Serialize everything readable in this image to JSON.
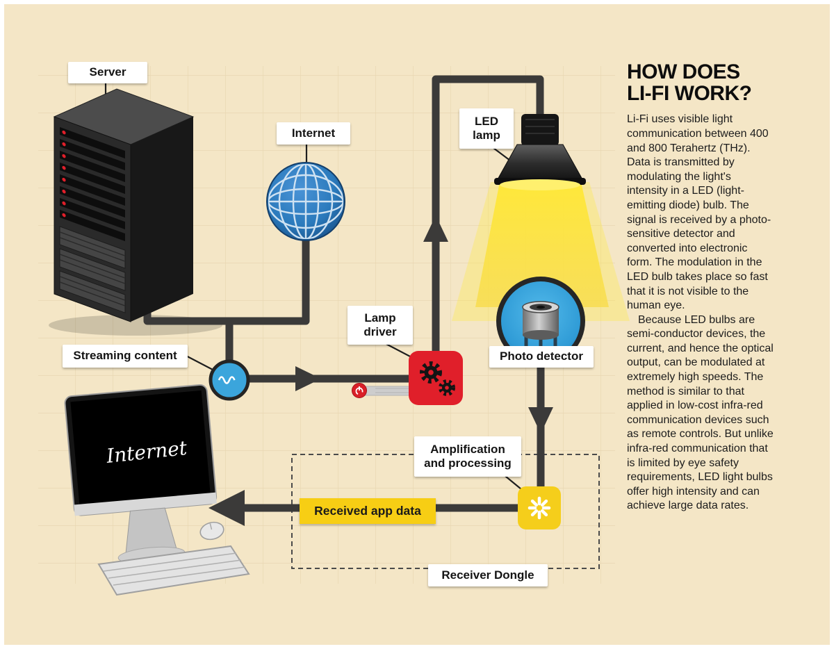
{
  "diagram": {
    "labels": {
      "server": "Server",
      "internet": "Internet",
      "led_lamp": "LED lamp",
      "lamp_driver": "Lamp driver",
      "photo_detector": "Photo detector",
      "streaming_content": "Streaming content",
      "amplification": "Amplification and processing",
      "received_app_data": "Received app data",
      "receiver_dongle": "Receiver Dongle"
    },
    "monitor_screen_text": "Internet"
  },
  "article": {
    "title": "HOW DOES\nLI-FI WORK?",
    "paragraphs": [
      "Li-Fi uses visible light communication between 400 and 800 Terahertz (THz). Data is transmitted by modulating the light's intensity in a LED (light-emitting diode) bulb. The signal is received by a photo-sensitive detector and converted into electronic form. The modulation in the LED bulb takes place so fast that it is not visible to the human eye.",
      "Because LED bulbs are semi-conductor devices, the current, and hence the optical output, can be modulated at extremely high speeds. The method is similar to that applied in low-cost infra-red communication devices such as remote controls. But unlike infra-red communication that is limited by eye safety requirements, LED light bulbs offer high intensity and can achieve large data rates."
    ]
  },
  "colors": {
    "background": "#f4e6c6",
    "flow_line": "#3b3a39",
    "accent_red": "#e01f2a",
    "accent_yellow": "#f7ce14",
    "globe_blue": "#2b7abc",
    "node_blue": "#3ba5dc",
    "light_cone": "#ffe93e"
  }
}
